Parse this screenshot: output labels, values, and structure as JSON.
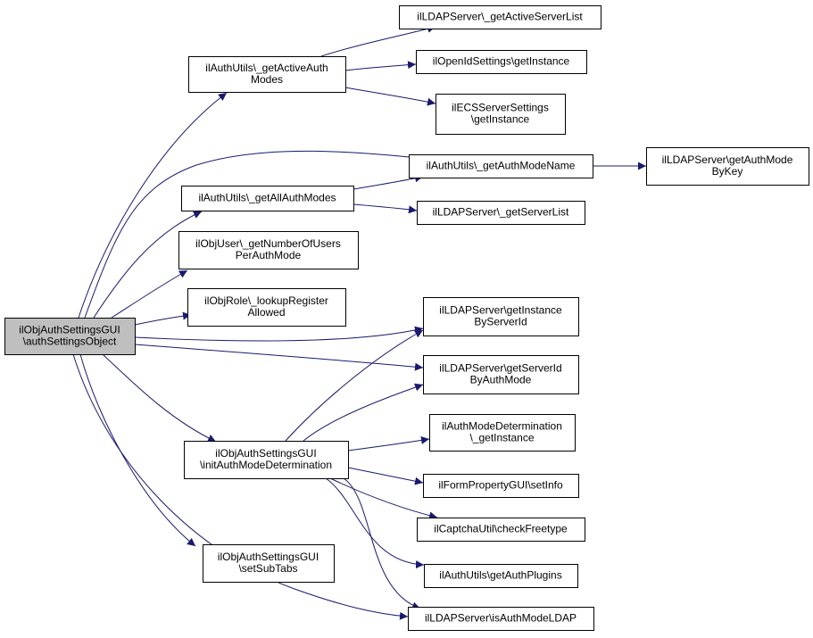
{
  "colors": {
    "edge": "#191970",
    "node_fill": "#ffffff",
    "root_fill": "#bfbfbf",
    "border": "#000000",
    "background": "#ffffff"
  },
  "nodes": [
    {
      "id": "root",
      "lines": [
        "ilObjAuthSettingsGUI",
        "\\authSettingsObject"
      ],
      "root": true
    },
    {
      "id": "getActiveAuthModes",
      "lines": [
        "ilAuthUtils\\_getActiveAuth",
        "Modes"
      ]
    },
    {
      "id": "getActiveServerList",
      "lines": [
        "ilLDAPServer\\_getActiveServerList"
      ]
    },
    {
      "id": "openIdGetInstance",
      "lines": [
        "ilOpenIdSettings\\getInstance"
      ]
    },
    {
      "id": "ecsGetInstance",
      "lines": [
        "ilECSServerSettings",
        "\\getInstance"
      ]
    },
    {
      "id": "getAuthModeName",
      "lines": [
        "ilAuthUtils\\_getAuthModeName"
      ]
    },
    {
      "id": "getAuthModeByKey",
      "lines": [
        "ilLDAPServer\\getAuthMode",
        "ByKey"
      ]
    },
    {
      "id": "getAllAuthModes",
      "lines": [
        "ilAuthUtils\\_getAllAuthModes"
      ]
    },
    {
      "id": "getServerList",
      "lines": [
        "ilLDAPServer\\_getServerList"
      ]
    },
    {
      "id": "getNumberOfUsers",
      "lines": [
        "ilObjUser\\_getNumberOfUsers",
        "PerAuthMode"
      ]
    },
    {
      "id": "lookupRegister",
      "lines": [
        "ilObjRole\\_lookupRegister",
        "Allowed"
      ]
    },
    {
      "id": "getInstanceByServerId",
      "lines": [
        "ilLDAPServer\\getInstance",
        "ByServerId"
      ]
    },
    {
      "id": "getServerIdByAuthMode",
      "lines": [
        "ilLDAPServer\\getServerId",
        "ByAuthMode"
      ]
    },
    {
      "id": "initAuthModeDetermination",
      "lines": [
        "ilObjAuthSettingsGUI",
        "\\initAuthModeDetermination"
      ]
    },
    {
      "id": "authModeDetGetInstance",
      "lines": [
        "ilAuthModeDetermination",
        "\\_getInstance"
      ]
    },
    {
      "id": "setInfo",
      "lines": [
        "ilFormPropertyGUI\\setInfo"
      ]
    },
    {
      "id": "checkFreetype",
      "lines": [
        "ilCaptchaUtil\\checkFreetype"
      ]
    },
    {
      "id": "getAuthPlugins",
      "lines": [
        "ilAuthUtils\\getAuthPlugins"
      ]
    },
    {
      "id": "setSubTabs",
      "lines": [
        "ilObjAuthSettingsGUI",
        "\\setSubTabs"
      ]
    },
    {
      "id": "isAuthModeLDAP",
      "lines": [
        "ilLDAPServer\\isAuthModeLDAP"
      ]
    }
  ],
  "edges": [
    {
      "from": "root",
      "to": "getActiveAuthModes"
    },
    {
      "from": "root",
      "to": "getAuthModeName"
    },
    {
      "from": "root",
      "to": "getAllAuthModes"
    },
    {
      "from": "root",
      "to": "getNumberOfUsers"
    },
    {
      "from": "root",
      "to": "lookupRegister"
    },
    {
      "from": "root",
      "to": "getInstanceByServerId"
    },
    {
      "from": "root",
      "to": "getServerIdByAuthMode"
    },
    {
      "from": "root",
      "to": "initAuthModeDetermination"
    },
    {
      "from": "root",
      "to": "setSubTabs"
    },
    {
      "from": "root",
      "to": "isAuthModeLDAP"
    },
    {
      "from": "getActiveAuthModes",
      "to": "getActiveServerList"
    },
    {
      "from": "getActiveAuthModes",
      "to": "openIdGetInstance"
    },
    {
      "from": "getActiveAuthModes",
      "to": "ecsGetInstance"
    },
    {
      "from": "getAuthModeName",
      "to": "getAuthModeByKey"
    },
    {
      "from": "getAllAuthModes",
      "to": "getAuthModeName"
    },
    {
      "from": "getAllAuthModes",
      "to": "getServerList"
    },
    {
      "from": "initAuthModeDetermination",
      "to": "getInstanceByServerId"
    },
    {
      "from": "initAuthModeDetermination",
      "to": "getServerIdByAuthMode"
    },
    {
      "from": "initAuthModeDetermination",
      "to": "authModeDetGetInstance"
    },
    {
      "from": "initAuthModeDetermination",
      "to": "setInfo"
    },
    {
      "from": "initAuthModeDetermination",
      "to": "checkFreetype"
    },
    {
      "from": "initAuthModeDetermination",
      "to": "getAuthPlugins"
    },
    {
      "from": "initAuthModeDetermination",
      "to": "isAuthModeLDAP"
    }
  ]
}
